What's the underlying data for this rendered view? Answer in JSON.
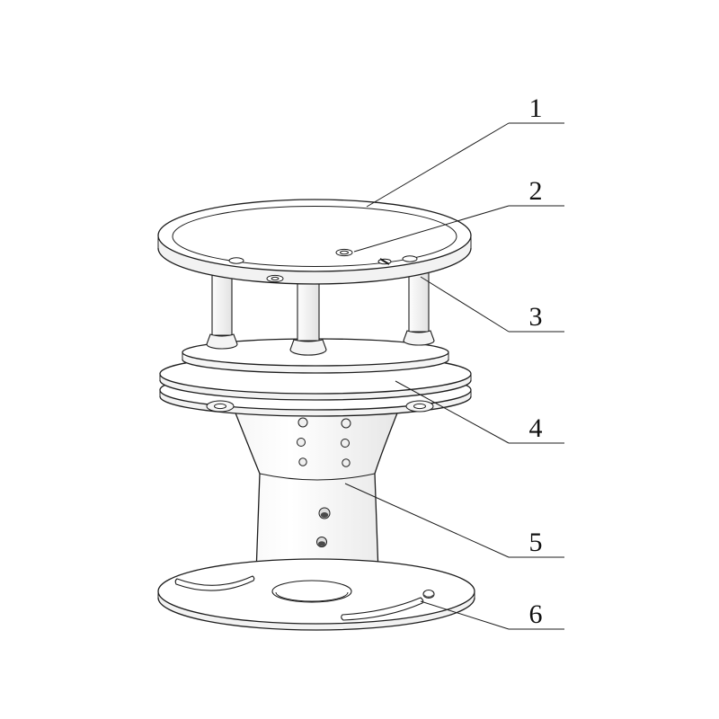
{
  "figure": {
    "background_color": "#ffffff",
    "line_color": "#1d1d1d",
    "callout_count": "6"
  },
  "callouts": [
    {
      "label": "1"
    },
    {
      "label": "2"
    },
    {
      "label": "3"
    },
    {
      "label": "4"
    },
    {
      "label": "5"
    },
    {
      "label": "6"
    }
  ]
}
